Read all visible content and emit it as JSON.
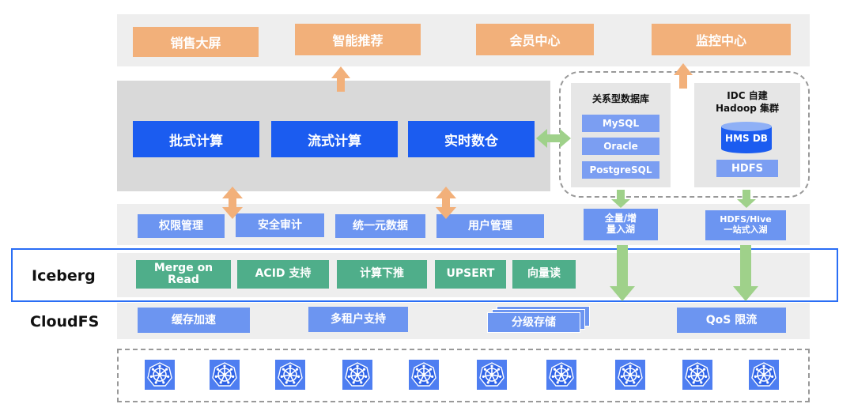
{
  "top_apps": [
    "销售大屏",
    "智能推荐",
    "会员中心",
    "监控中心"
  ],
  "compute": [
    "批式计算",
    "流式计算",
    "实时数仓"
  ],
  "relational_db": {
    "title": "关系型数据库",
    "items": [
      "MySQL",
      "Oracle",
      "PostgreSQL"
    ]
  },
  "hadoop": {
    "title_line1": "IDC 自建",
    "title_line2": "Hadoop 集群",
    "hms": "HMS DB",
    "hdfs": "HDFS"
  },
  "management": [
    "权限管理",
    "安全审计",
    "统一元数据",
    "用户管理"
  ],
  "ingest": {
    "full_inc_line1": "全量/增",
    "full_inc_line2": "量入湖",
    "hive_line1": "HDFS/Hive",
    "hive_line2": "一站式入湖"
  },
  "iceberg": {
    "label": "Iceberg",
    "features": [
      "Merge on Read",
      "ACID 支持",
      "计算下推",
      "UPSERT",
      "向量读"
    ]
  },
  "cloudfs": {
    "label": "CloudFS",
    "features": [
      "缓存加速",
      "多租户支持",
      "分级存储",
      "QoS 限流"
    ]
  },
  "kubernetes": {
    "icon": "kubernetes-helm-icon",
    "count": 10
  },
  "colors": {
    "orange": "#f2b07a",
    "blue_dark": "#1b5cf0",
    "blue_light": "#6c95f1",
    "green": "#4fae8a",
    "arrow_green": "#9fd18a",
    "outline_blue": "#2a6ef5"
  }
}
